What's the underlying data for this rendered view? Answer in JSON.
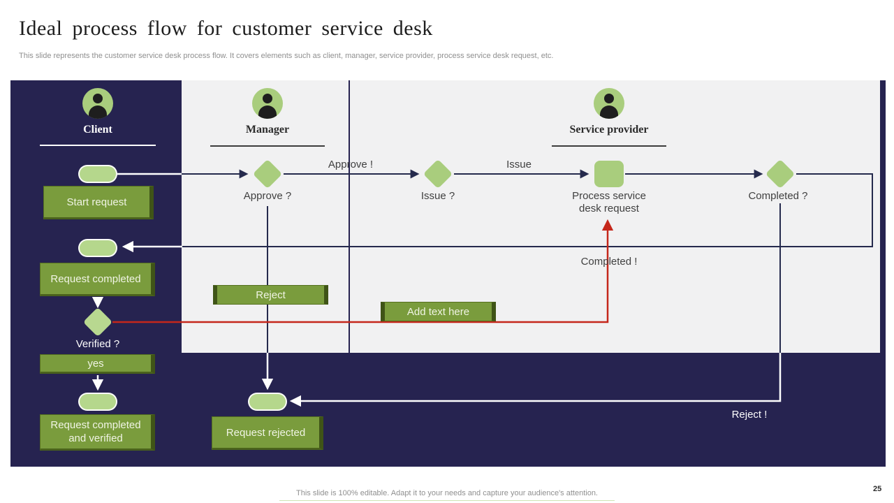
{
  "header": {
    "title": "Ideal process flow for customer service desk",
    "subtitle": "This slide represents the customer service desk process flow. It covers elements such as client, manager, service provider, process service desk request, etc."
  },
  "lanes": {
    "client": "Client",
    "manager": "Manager",
    "service_provider": "Service provider"
  },
  "nodes": {
    "start_request": "Start request",
    "approve_q": "Approve ?",
    "issue_q": "Issue ?",
    "process_request": "Process service desk request",
    "completed_q": "Completed ?",
    "request_completed": "Request completed",
    "verified_q": "Verified ?",
    "yes": "yes",
    "request_completed_verified": "Request completed and verified",
    "reject": "Reject",
    "request_rejected": "Request rejected",
    "add_text_here": "Add text here"
  },
  "edge_labels": {
    "approve_excl": "Approve !",
    "issue": "Issue",
    "completed_excl": "Completed !",
    "reject_excl": "Reject !"
  },
  "footer": {
    "note": "This slide is 100% editable. Adapt it to your needs and capture your audience's attention.",
    "page_number": "25"
  },
  "colors": {
    "navy": "#262350",
    "panel": "#f1f1f2",
    "green_dark": "#7a9c3d",
    "green_light": "#a9cd7d",
    "green_pill": "#b5d78c",
    "red": "#c5271b"
  }
}
